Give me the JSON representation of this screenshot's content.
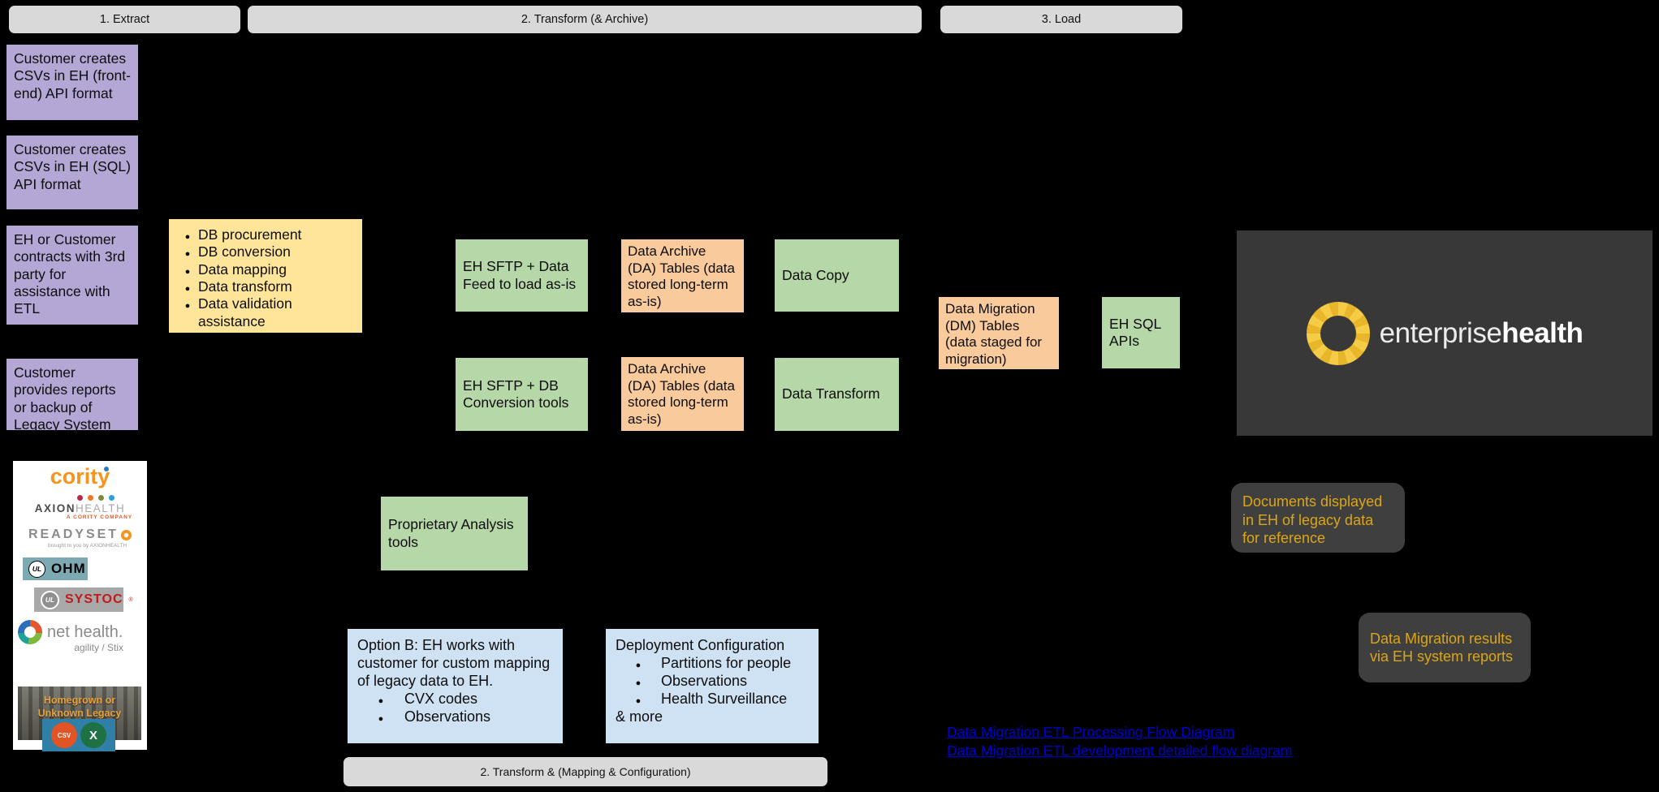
{
  "stage_headers": {
    "extract": "1. Extract",
    "transform_archive": "2. Transform (& Archive)",
    "load": "3. Load",
    "transform_mapping": "2. Transform & (Mapping & Configuration)"
  },
  "extract_options": {
    "csv_frontend": "Customer creates CSVs in EH (front-end) API format",
    "csv_sql": "Customer creates CSVs in EH (SQL) API format",
    "third_party": "EH or Customer contracts with 3rd party for assistance with ETL",
    "reports_backup": "Customer provides reports or backup of Legacy System"
  },
  "third_party_services": {
    "bullets": [
      "DB procurement",
      "DB conversion",
      "Data mapping",
      "Data transform",
      "Data validation assistance"
    ]
  },
  "transform_boxes": {
    "sftp_data_feed": "EH SFTP + Data Feed to load as-is",
    "sftp_db_conversion": "EH SFTP + DB Conversion tools",
    "da_tables_top": "Data Archive (DA) Tables (data stored long-term as-is)",
    "da_tables_bottom": "Data Archive (DA) Tables (data stored long-term as-is)",
    "data_copy": "Data Copy",
    "data_transform": "Data Transform",
    "proprietary_tools": "Proprietary Analysis tools"
  },
  "load_boxes": {
    "dm_tables": "Data Migration (DM) Tables (data staged for migration)",
    "eh_sql_apis": "EH SQL APIs"
  },
  "mapping_boxes": {
    "option_b": {
      "text": "Option B: EH works with customer for custom mapping of legacy data to EH.",
      "bullets": [
        "CVX codes",
        "Observations"
      ]
    },
    "deployment": {
      "title": "Deployment Configuration",
      "bullets": [
        "Partitions for people",
        "Observations",
        "Health Surveillance"
      ],
      "footer": "& more"
    }
  },
  "notes": {
    "documents_displayed": "Documents displayed in EH of legacy data for reference",
    "migration_results": "Data Migration results via EH system reports"
  },
  "eh_logo": {
    "enterprise": "enterprise",
    "health": "health"
  },
  "legacy_systems": {
    "cority": "cority",
    "axion_name": "AXION",
    "axion_suffix": "HEALTH",
    "axion_tagline": "A CORITY COMPANY",
    "readyset_name": "READYSET",
    "readyset_tagline": "brought to you by AXIONHEALTH",
    "ohm": "OHM",
    "ul_mark": "UL",
    "systoc": "SYSTOC",
    "systoc_reg": "®",
    "nethealth_name": "net health.",
    "nethealth_sub": "agility / Stix",
    "homegrown": "Homegrown or Unknown Legacy System",
    "csv_label": "CSV",
    "excel_label": "X"
  },
  "links": [
    "Data Migration ETL Processing Flow Diagram",
    "Data Migration ETL development detailed flow diagram"
  ],
  "colors": {
    "purple": "#b4a7d6",
    "yellow": "#ffe599",
    "green": "#b6d7a8",
    "orange": "#f9cb9c",
    "blue": "#cfe2f3",
    "header_gray": "#d9d9d9",
    "panel_dark": "#383838",
    "note_dark": "#3f3f3f",
    "gold_text": "#dba617",
    "link_blue": "#0000cc",
    "brand_yellow": "#f2c233"
  }
}
